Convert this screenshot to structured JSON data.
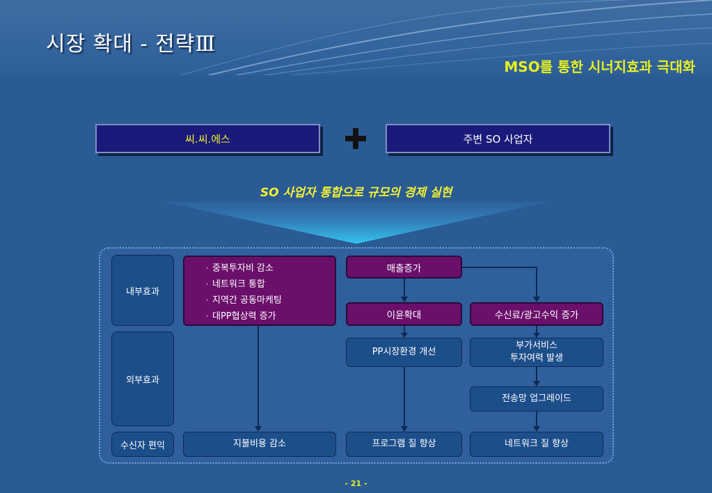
{
  "header": {
    "title": "시장 확대 - 전략Ⅲ",
    "subtitle": "MSO를 통한 시너지효과 극대화"
  },
  "top": {
    "box_a": "씨.씨.에스",
    "box_b": "주변 SO 사업자"
  },
  "banner": "SO 사업자 통합으로 규모의 경제 실현",
  "rows": {
    "internal": "내부효과",
    "external": "외부효과",
    "receiver": "수신자 편익"
  },
  "cost_list": [
    "중복투자비 감소",
    "네트워크 통합",
    "지역간 공동마케팅",
    "대PP협상력 증가"
  ],
  "nodes": {
    "sales": "매출증가",
    "profit": "이윤확대",
    "fee": "수신료/광고수익 증가",
    "pp_env": "PP시장환경 개선",
    "vas_line1": "부가서비스",
    "vas_line2": "투자여력 발생",
    "upgrade": "전송망 업그레이드",
    "fee_cut": "지불비용 감소",
    "program": "프로그램 질 향상",
    "network": "네트워크 질 향상"
  },
  "colors": {
    "background": "#2a5b94",
    "accent_yellow": "#f4f232",
    "purple_box": "#6a0f6a",
    "blue_box": "#1c4e8a",
    "navy_box": "#1a1a7a"
  },
  "page_number": "- 21 -"
}
